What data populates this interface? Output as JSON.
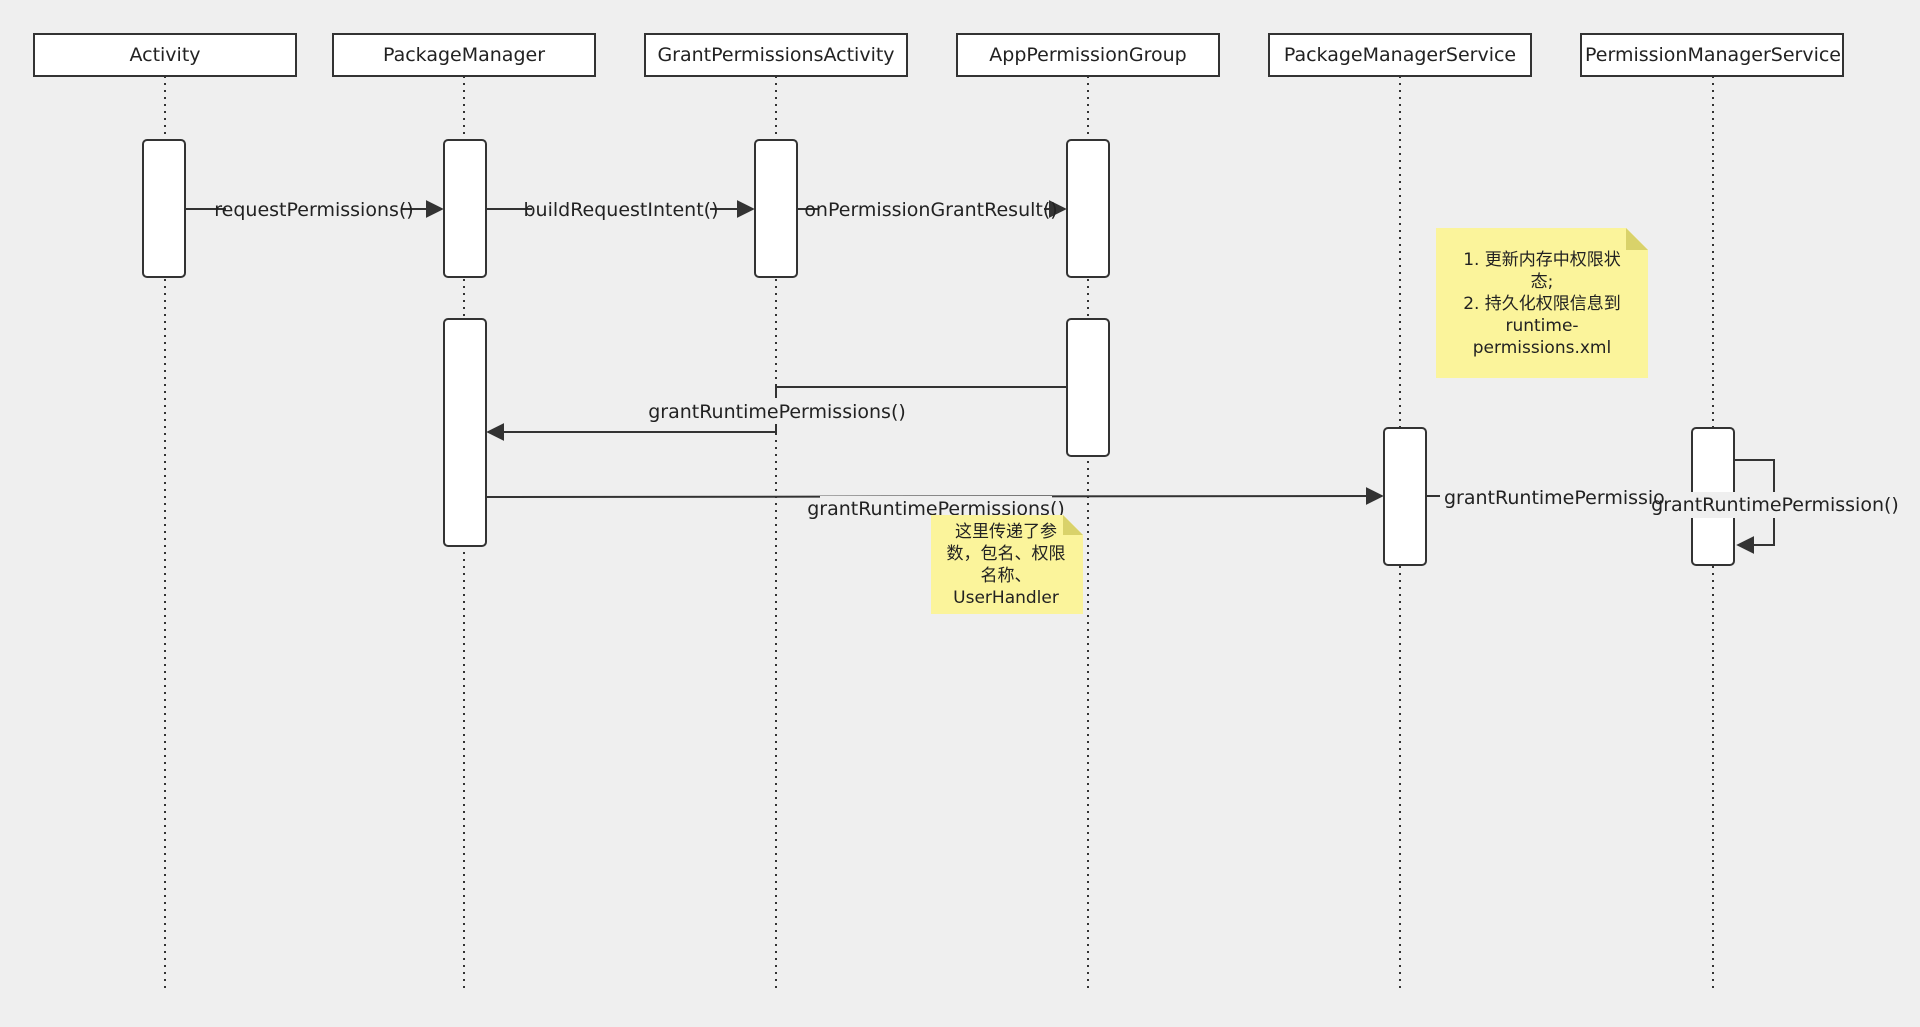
{
  "participants": [
    {
      "id": "activity",
      "label": "Activity"
    },
    {
      "id": "pm",
      "label": "PackageManager"
    },
    {
      "id": "gpa",
      "label": "GrantPermissionsActivity"
    },
    {
      "id": "apg",
      "label": "AppPermissionGroup"
    },
    {
      "id": "pms",
      "label": "PackageManagerService"
    },
    {
      "id": "pmgr",
      "label": "PermissionManagerService"
    }
  ],
  "messages": [
    {
      "id": "m1",
      "from": "activity",
      "to": "pm",
      "label": "requestPermissions()"
    },
    {
      "id": "m2",
      "from": "pm",
      "to": "gpa",
      "label": "buildRequestIntent()"
    },
    {
      "id": "m3",
      "from": "gpa",
      "to": "apg",
      "label": "onPermissionGrantResult()"
    },
    {
      "id": "m4",
      "from": "apg",
      "to": "pm",
      "label": "grantRuntimePermissions()"
    },
    {
      "id": "m5",
      "from": "pm",
      "to": "pms",
      "label": "grantRuntimePermissions()"
    },
    {
      "id": "m6",
      "from": "pms",
      "to": "pmgr",
      "label": "grantRuntimePermissions"
    },
    {
      "id": "m7",
      "from": "pmgr",
      "to": "pmgr",
      "label": "grantRuntimePermission()"
    }
  ],
  "notes": [
    {
      "id": "note-memory",
      "lines": [
        "1. 更新内存中权限状",
        "态;",
        "2. 持久化权限信息到",
        "runtime-",
        "permissions.xml"
      ]
    },
    {
      "id": "note-params",
      "lines": [
        "这里传递了参",
        "数，包名、权限",
        "名称、",
        "UserHandler"
      ]
    }
  ],
  "colors": {
    "background": "#efefef",
    "line": "#333333",
    "box_fill": "#ffffff",
    "note_fill": "#fbf49b",
    "note_fold": "#d9d26a"
  }
}
